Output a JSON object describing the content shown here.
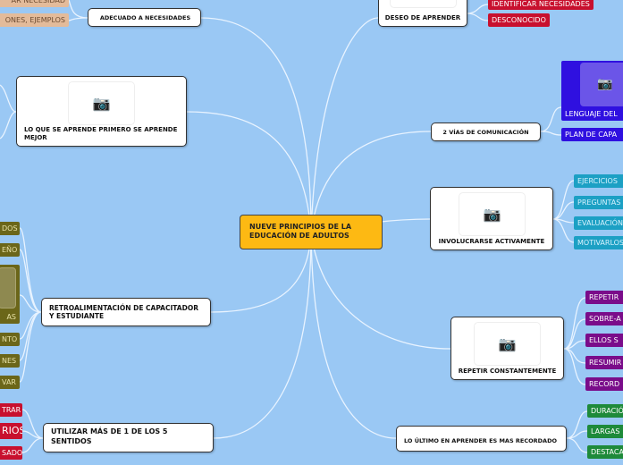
{
  "center": {
    "label": "NUEVE PRINCIPIOS DE LA EDUCACIÓN DE ADULTOS"
  },
  "branches": {
    "adecuado": {
      "label": "ADECUADO A NECESIDADES",
      "children": [
        "AR NECESIDAD",
        "ONES, EJEMPLOS"
      ]
    },
    "primero": {
      "label": "LO QUE SE APRENDE PRIMERO SE APRENDE MEJOR"
    },
    "retro": {
      "label": "RETROALIMENTACIÓN DE CAPACITADOR Y ESTUDIANTE",
      "children": [
        "DOS",
        "EÑO",
        "AS",
        "NTO",
        "NES",
        "VAR"
      ]
    },
    "sentidos": {
      "label": "UTILIZAR MÁS DE 1 DE LOS 5 SENTIDOS",
      "children": [
        "TRAR",
        "RIOS",
        "SADO"
      ]
    },
    "deseo": {
      "label": "DESEO DE APRENDER",
      "children": [
        "IDENTIFICAR NECESIDADES",
        "DESCONOCIDO"
      ]
    },
    "vias": {
      "label": "2 VÍAS DE COMUNICACIÓN",
      "children": [
        "LENGUAJE DEL",
        "PLAN DE CAPA"
      ]
    },
    "involucrarse": {
      "label": "INVOLUCRARSE ACTIVAMENTE",
      "children": [
        "EJERCICIOS",
        "PREGUNTAS",
        "EVALUACIÓN",
        "MOTIVARLOS"
      ]
    },
    "repetir": {
      "label": "REPETIR CONSTANTEMENTE",
      "children": [
        "REPETIR",
        "SOBRE-A",
        "ELLOS S",
        "RESUMIR",
        "RECORD"
      ]
    },
    "ultimo": {
      "label": "LO ÚLTIMO EN APRENDER ES MAS RECORDADO",
      "children": [
        "DURACIÓ",
        "LARGAS",
        "DESTACA"
      ]
    }
  },
  "icons": {
    "image_placeholder": "camera-icon"
  }
}
